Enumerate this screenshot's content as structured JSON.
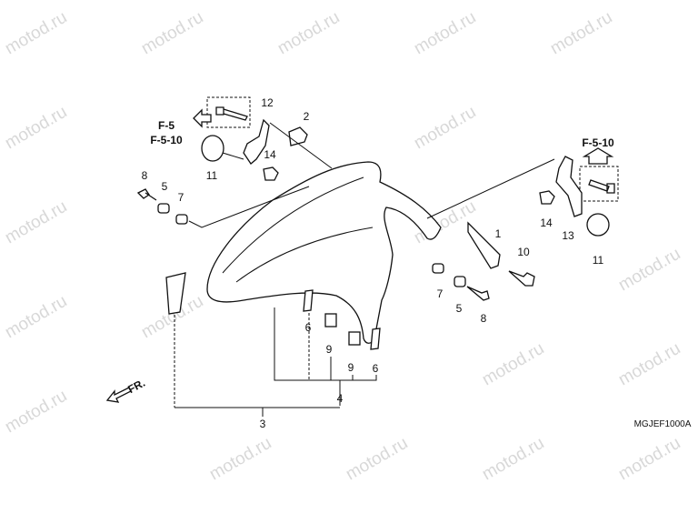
{
  "watermark": "motod.ru",
  "diagram_code": "MGJEF1000A",
  "front_indicator": "FR.",
  "references": {
    "left_ref_1": "F-5",
    "left_ref_2": "F-5-10",
    "right_ref": "F-5-10"
  },
  "callouts": {
    "left": {
      "bracket": "12",
      "clamp": "2",
      "reflector": "11",
      "nut": "14",
      "bolt": "8",
      "grommet": "5",
      "collar": "7"
    },
    "right": {
      "nut": "14",
      "bracket": "13",
      "reflector": "11",
      "stay": "1",
      "bolt": "10",
      "collar": "7",
      "grommet": "5",
      "bolt_b": "8"
    },
    "bottom": {
      "pad_a": "6",
      "clip_a": "9",
      "clip_b": "9",
      "pad_b": "6",
      "fender_assy": "4",
      "fender_set": "3"
    }
  }
}
